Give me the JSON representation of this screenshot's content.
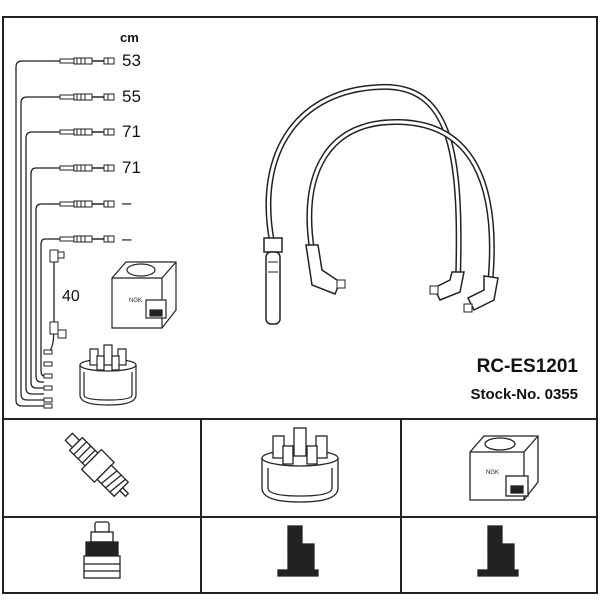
{
  "header": {
    "unit": "cm"
  },
  "leads": [
    {
      "length": "53"
    },
    {
      "length": "55"
    },
    {
      "length": "71"
    },
    {
      "length": "71"
    },
    {
      "length": "–"
    },
    {
      "length": "–"
    }
  ],
  "coil_lead_length": "40",
  "product": {
    "code": "RC-ES1201",
    "stock": "Stock-No. 0355"
  },
  "icons": {
    "top": [
      "ignition-coil-icon",
      "distributor-cap-icon",
      "ignition-cable-icon"
    ],
    "middle": [
      "spark-plug-icon",
      "distributor-cap-icon",
      "ignition-coil-icon"
    ],
    "bottom": [
      "spark-plug-terminal-icon",
      "cap-terminal-icon",
      "coil-terminal-icon"
    ]
  }
}
